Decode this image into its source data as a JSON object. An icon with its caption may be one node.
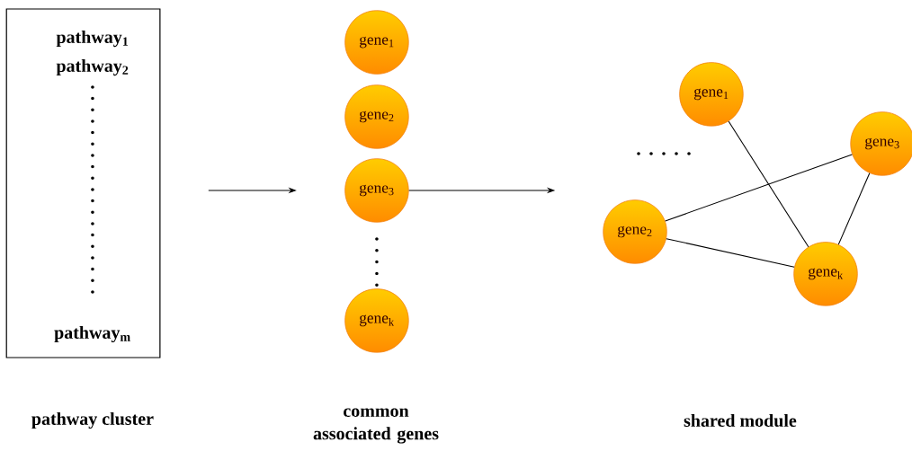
{
  "diagram": {
    "nodes": [
      {
        "text": [
          "pathway$_{1}$",
          "pathway$_{2}$",
          "pathway$_{m}$"
        ]
      },
      {
        "text": [
          "gene$_{1}$"
        ]
      },
      {
        "text": [
          "gene$_{2}$"
        ]
      },
      {
        "text": [
          "gene$_{3}$"
        ]
      },
      {
        "text": [
          "gene$_{k}$"
        ]
      },
      {
        "text": [
          "gene$_{1}$"
        ]
      },
      {
        "text": [
          "gene$_{3}$"
        ]
      },
      {
        "text": [
          "gene$_{2}$"
        ]
      },
      {
        "text": [
          "gene$_{k}$"
        ]
      }
    ],
    "edges": [
      {
        "from": 0,
        "to": 3,
        "arrow": "to"
      },
      {
        "from": 3,
        "to": null,
        "arrow": "to"
      },
      {
        "from": 5,
        "to": 8,
        "arrow": "none"
      },
      {
        "from": 7,
        "to": 6,
        "arrow": "none"
      },
      {
        "from": 7,
        "to": 8,
        "arrow": "none"
      },
      {
        "from": 6,
        "to": 8,
        "arrow": "none"
      }
    ],
    "labels": [
      "pathway cluster",
      "common associated genes",
      "shared module"
    ]
  }
}
